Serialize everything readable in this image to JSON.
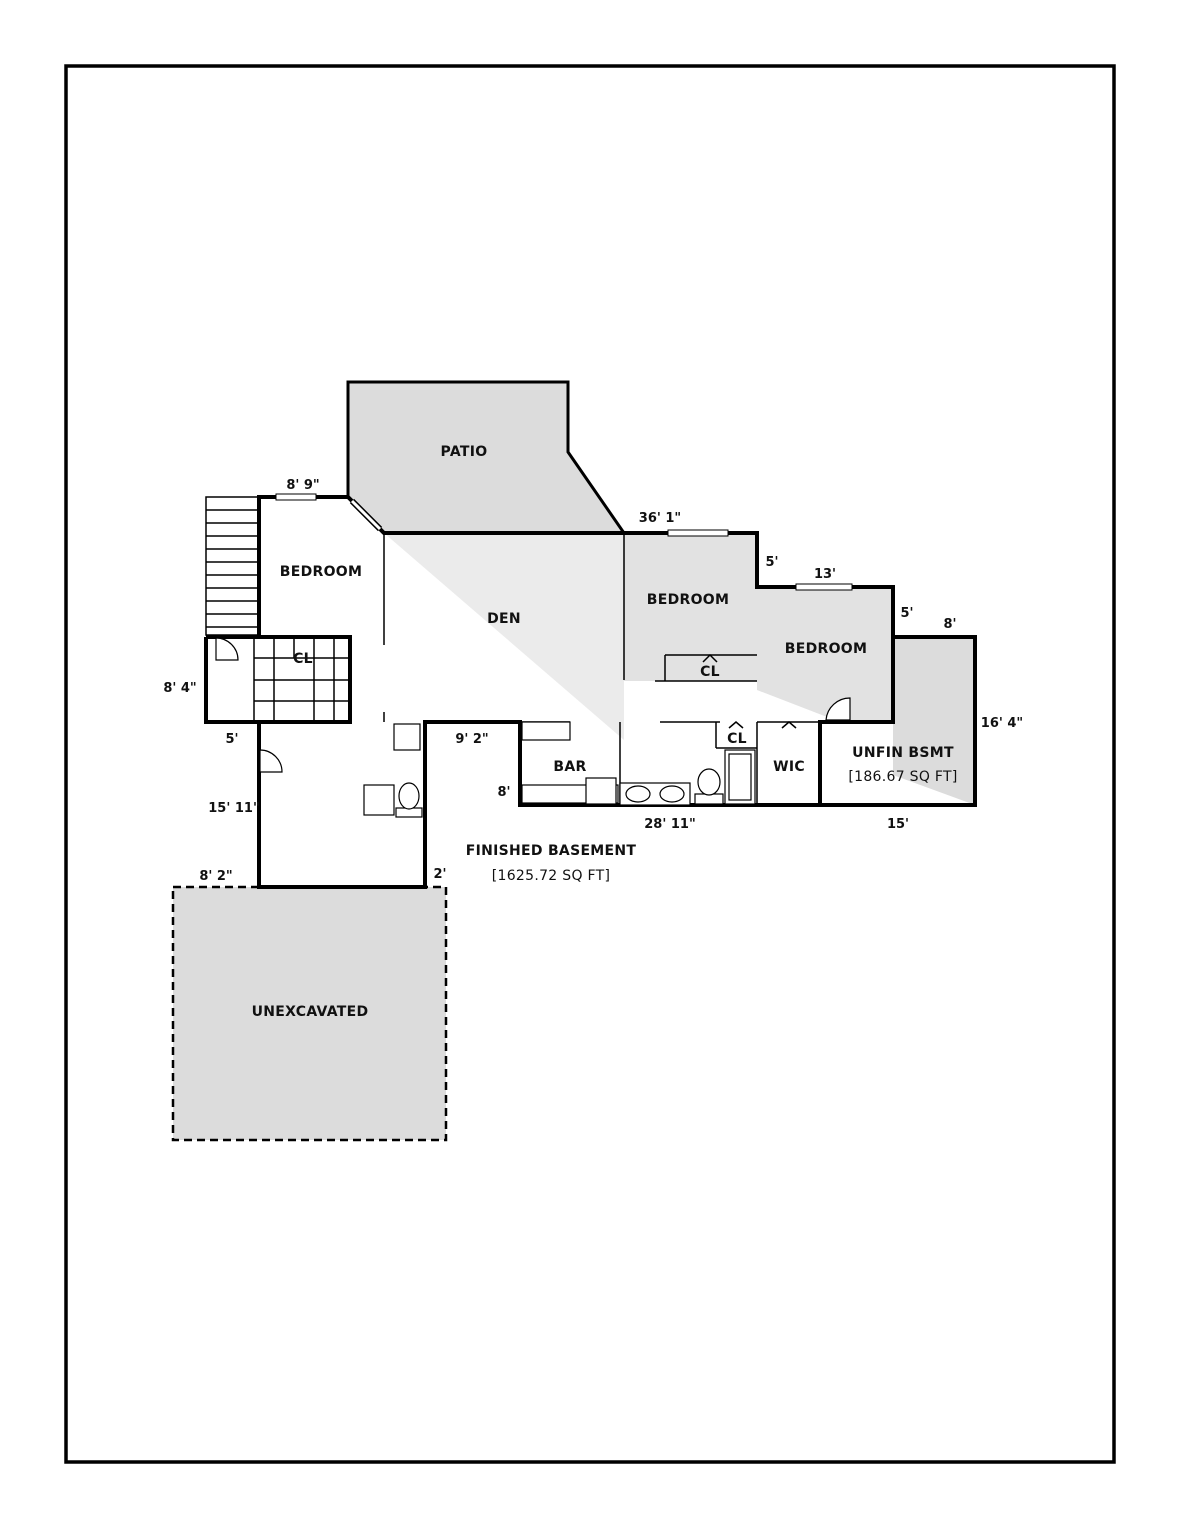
{
  "rooms": {
    "patio": "PATIO",
    "bedroom_west": "BEDROOM",
    "den": "DEN",
    "bedroom_middle": "BEDROOM",
    "bedroom_east": "BEDROOM",
    "closet_west": "CL",
    "closet_middle": "CL",
    "closet_bath": "CL",
    "bar": "BAR",
    "wic": "WIC",
    "unfin_bsmt": "UNFIN BSMT",
    "unfin_bsmt_area": "[186.67 SQ FT]",
    "finished_basement": "FINISHED BASEMENT",
    "finished_basement_area": "[1625.72 SQ FT]",
    "unexcavated": "UNEXCAVATED"
  },
  "dimensions": {
    "d_8_9": "8' 9\"",
    "d_36_1": "36' 1\"",
    "d_5_a": "5'",
    "d_13": "13'",
    "d_5_b": "5'",
    "d_8_a": "8'",
    "d_8_4": "8' 4\"",
    "d_16_4": "16' 4\"",
    "d_5_c": "5'",
    "d_9_2": "9' 2\"",
    "d_8_b": "8'",
    "d_15_11": "15' 11\"",
    "d_28_11": "28' 11\"",
    "d_15": "15'",
    "d_8_2": "8' 2\"",
    "d_2": "2'"
  },
  "colors": {
    "shaded_area": "#dcdcdc",
    "light_shade": "#ebebeb",
    "walls": "#000000"
  }
}
